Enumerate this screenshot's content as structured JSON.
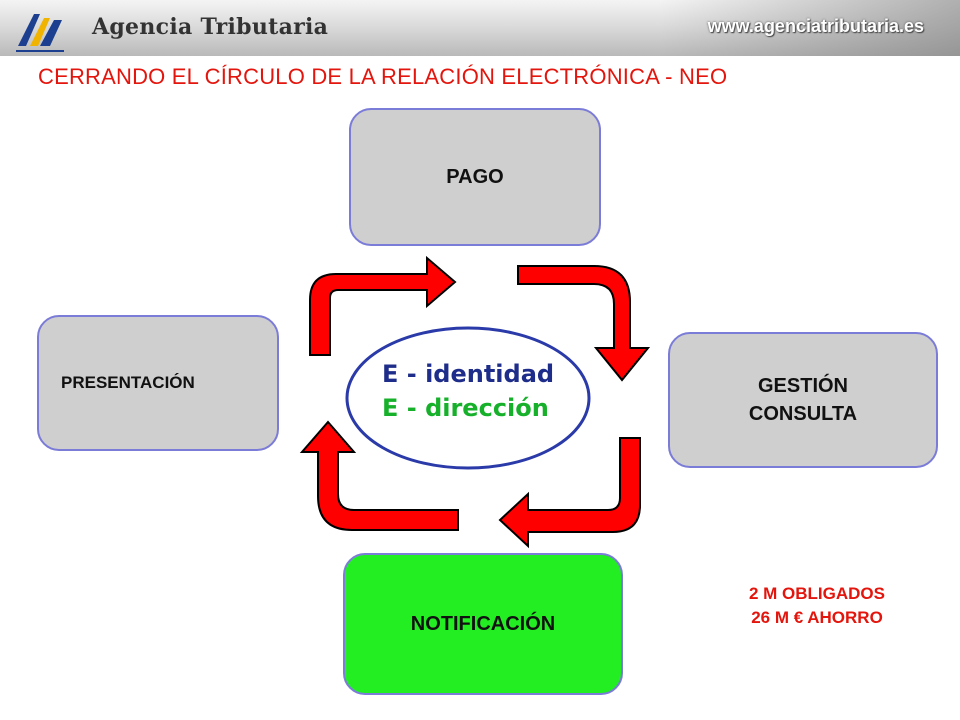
{
  "header": {
    "brand": "Agencia Tributaria",
    "website": "www.agenciatributaria.es"
  },
  "title": "CERRANDO  EL CÍRCULO DE LA RELACIÓN ELECTRÓNICA - NEO",
  "boxes": {
    "pago": "PAGO",
    "presentacion": "PRESENTACIÓN",
    "gestion_line1": "GESTIÓN",
    "gestion_line2": "CONSULTA",
    "notificacion": "NOTIFICACIÓN"
  },
  "center": {
    "line1": "E - identidad",
    "line2": "E -  dirección"
  },
  "note": {
    "line1": "2 M OBLIGADOS",
    "line2": "26 M € AHORRO"
  },
  "colors": {
    "title_red": "#e3150c",
    "arrow_red": "#ff0000",
    "box_grey": "#cfcfcf",
    "box_border": "#7b7bd8",
    "notificacion_green": "#22ee22",
    "identity_blue": "#1f2d8a",
    "address_green": "#16b02a",
    "ellipse_border": "#2a3aa8"
  }
}
